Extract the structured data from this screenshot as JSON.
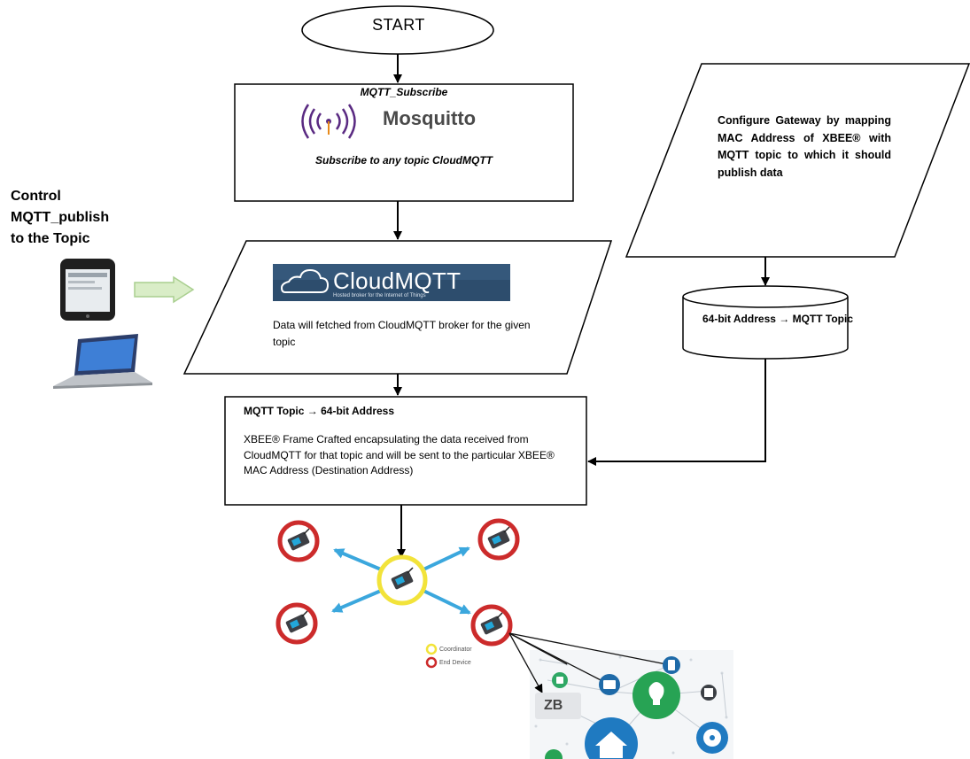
{
  "start": {
    "label": "START"
  },
  "subscribe_box": {
    "title": "MQTT_Subscribe",
    "logo_text": "Mosquitto",
    "description": "Subscribe to any topic CloudMQTT"
  },
  "control": {
    "lines": [
      "Control",
      "MQTT_publish",
      "to the Topic"
    ]
  },
  "cloudmqtt_box": {
    "logo_text": "CloudMQTT",
    "logo_tagline": "Hosted broker for the Internet of Things",
    "description": "Data will fetched from CloudMQTT broker for the given topic"
  },
  "config_box": {
    "text": "Configure Gateway by mapping MAC Address of XBEE® with MQTT topic to which it should publish data"
  },
  "database": {
    "text": "64-bit Address → MQTT Topic"
  },
  "process_box": {
    "title": "MQTT Topic → 64-bit Address",
    "description": "XBEE® Frame Crafted encapsulating the data received from CloudMQTT for that topic and will be sent to the particular XBEE® MAC Address (Destination Address)"
  },
  "legend": {
    "coordinator": "Coordinator",
    "end_device": "End Device"
  },
  "iot": {
    "zb_label": "ZB"
  },
  "colors": {
    "coordinator_ring": "#f2e33a",
    "end_device_ring": "#cc2b2b",
    "mesh_arrow": "#3ba7dd",
    "cloud_logo_bg": "#2d4d6d",
    "iot_green": "#27a354",
    "iot_blue": "#1f7ac1",
    "flow_arrow": "#c8e3b0"
  }
}
